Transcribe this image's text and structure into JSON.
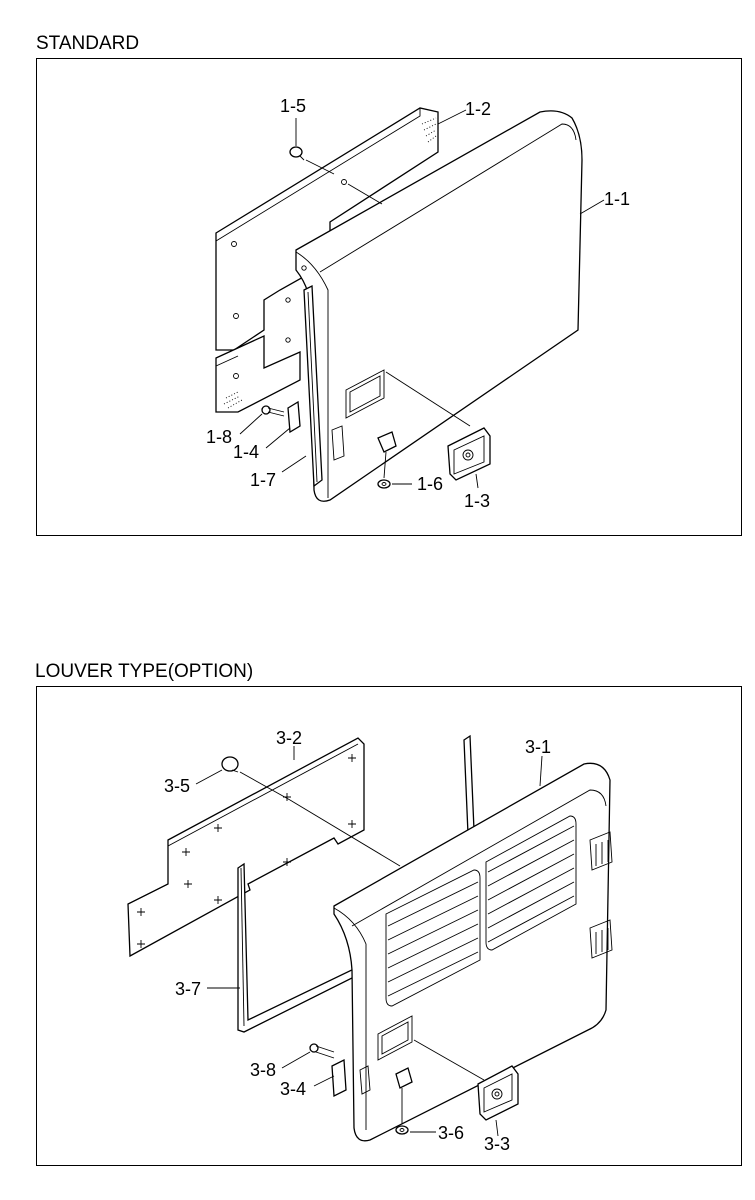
{
  "sections": {
    "standard": {
      "title": "STANDARD",
      "labels": {
        "p1_1": "1-1",
        "p1_2": "1-2",
        "p1_3": "1-3",
        "p1_4": "1-4",
        "p1_5": "1-5",
        "p1_6": "1-6",
        "p1_7": "1-7",
        "p1_8": "1-8"
      }
    },
    "louver": {
      "title": "LOUVER TYPE(OPTION)",
      "labels": {
        "p3_1": "3-1",
        "p3_2": "3-2",
        "p3_3": "3-3",
        "p3_4": "3-4",
        "p3_5": "3-5",
        "p3_6": "3-6",
        "p3_7": "3-7",
        "p3_8": "3-8"
      }
    }
  }
}
